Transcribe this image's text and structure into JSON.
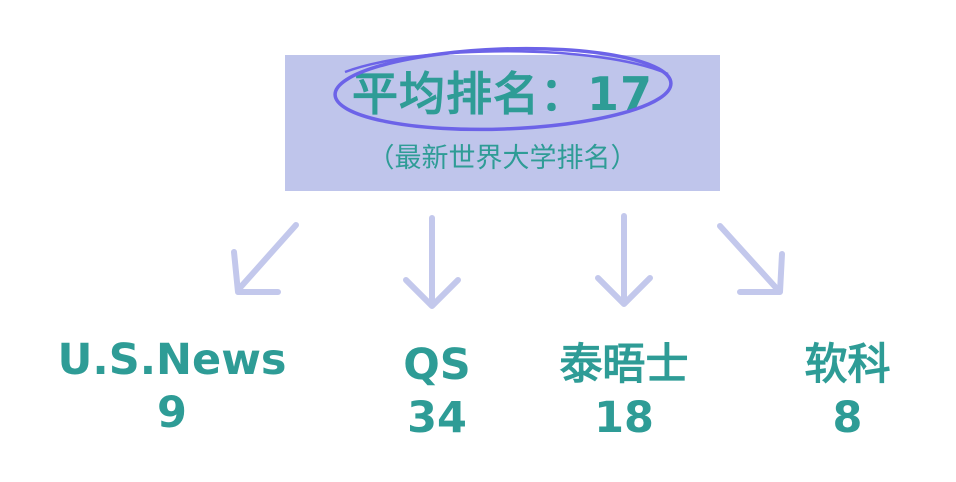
{
  "summary": {
    "title": "平均排名：17",
    "subtitle": "（最新世界大学排名）"
  },
  "rankings": [
    {
      "source": "U.S.News",
      "rank": "9"
    },
    {
      "source": "QS",
      "rank": "34"
    },
    {
      "source": "泰晤士",
      "rank": "18"
    },
    {
      "source": "软科",
      "rank": "8"
    }
  ],
  "colors": {
    "box_fill": "#bfc5eb",
    "text": "#2e9c96",
    "arrow": "#c3c8ec",
    "ellipse": "#6c63e8"
  }
}
